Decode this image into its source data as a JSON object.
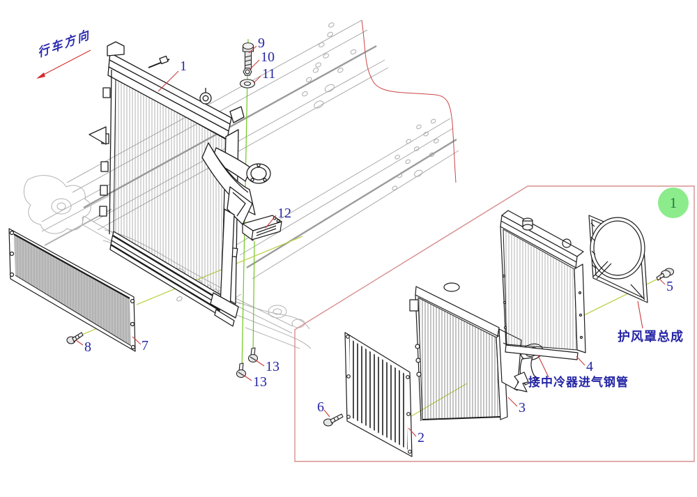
{
  "direction_label": "行车方向",
  "labels": {
    "shroud": "护风罩总成",
    "pipe": "接中冷器进气钢管"
  },
  "badge": {
    "number": "1"
  },
  "callouts": {
    "main": {
      "radiator": "1",
      "bolt": "9",
      "nut": "10",
      "washer": "11",
      "bracket": "12",
      "mesh_panel": "7",
      "mesh_bolt": "8",
      "bolt13_upper": "13",
      "bolt13_lower": "13"
    },
    "inset": {
      "grille": "2",
      "intercooler": "3",
      "radiator": "4",
      "shroud_bolt": "5",
      "grille_bolt": "6"
    }
  },
  "colors": {
    "callout_text": "#2525a6",
    "leader_line": "#cc3b3b",
    "direction_arrow": "#d22d2d",
    "alignment_line_bright": "#6fc81c",
    "alignment_line_pale": "#bcd24a",
    "inset_border": "#d88f8f",
    "badge_fill": "#8cec8c",
    "badge_text": "#1d7a3a",
    "drawing_foreground": "#1a1a1a",
    "drawing_background": "#b0b0b0"
  }
}
